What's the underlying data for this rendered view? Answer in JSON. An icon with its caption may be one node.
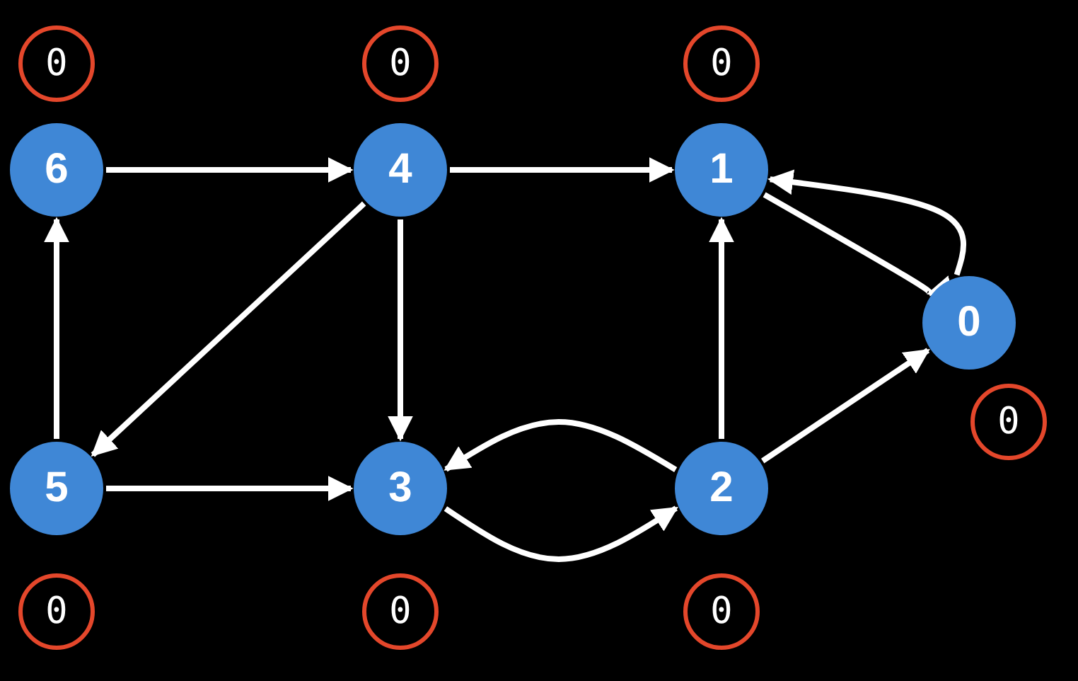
{
  "diagram": {
    "nodes": [
      {
        "text": [
          "0"
        ]
      },
      {
        "text": [
          "0"
        ]
      },
      {
        "text": [
          "0"
        ]
      },
      {
        "text": [
          "6"
        ]
      },
      {
        "text": [
          "4"
        ]
      },
      {
        "text": [
          "1"
        ]
      },
      {
        "text": [
          "0"
        ]
      },
      {
        "text": [
          "0"
        ]
      },
      {
        "text": [
          "5"
        ]
      },
      {
        "text": [
          "3"
        ]
      },
      {
        "text": [
          "2"
        ]
      },
      {
        "text": [
          "0"
        ]
      },
      {
        "text": [
          "0"
        ]
      },
      {
        "text": [
          "0"
        ]
      }
    ],
    "edges": [
      {
        "from": 3,
        "to": 4,
        "arrow": "to"
      },
      {
        "from": 4,
        "to": 5,
        "arrow": "to"
      },
      {
        "from": 5,
        "to": 6,
        "arrow": "to"
      },
      {
        "from": 6,
        "to": 5,
        "arrow": "to"
      },
      {
        "from": 4,
        "to": 9,
        "arrow": "to"
      },
      {
        "from": 4,
        "to": 8,
        "arrow": "to"
      },
      {
        "from": 8,
        "to": 3,
        "arrow": "to"
      },
      {
        "from": 8,
        "to": 9,
        "arrow": "to"
      },
      {
        "from": 9,
        "to": 10,
        "arrow": "to"
      },
      {
        "from": 10,
        "to": 9,
        "arrow": "to"
      },
      {
        "from": 10,
        "to": 5,
        "arrow": "to"
      },
      {
        "from": 10,
        "to": 6,
        "arrow": "to"
      }
    ]
  }
}
